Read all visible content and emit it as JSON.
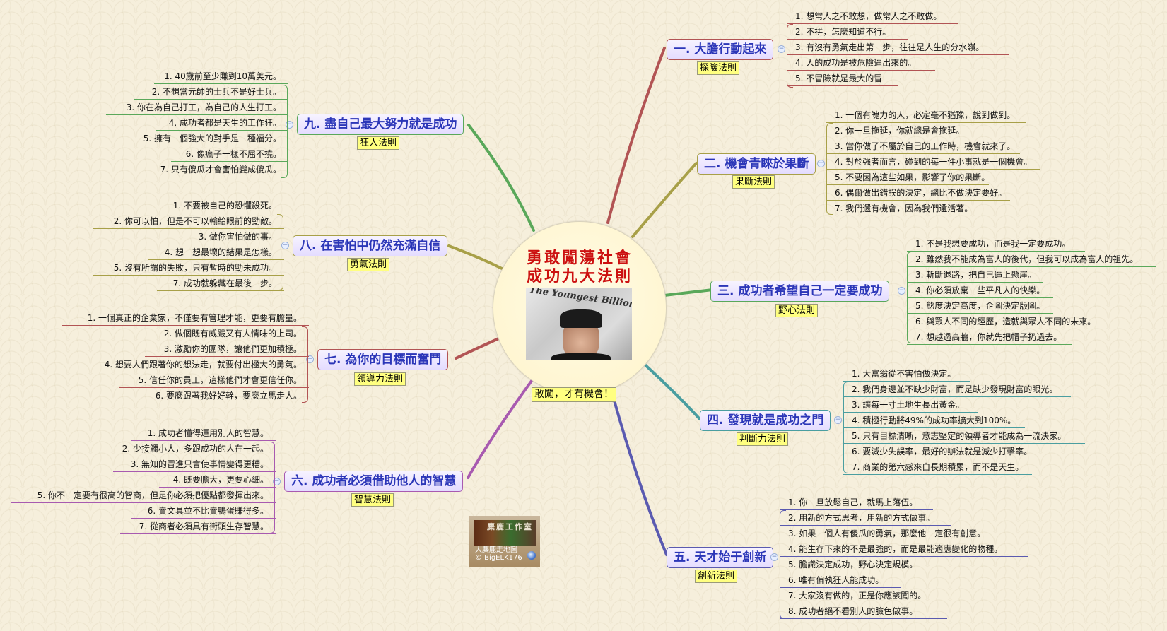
{
  "center": {
    "title_line1": "勇敢闖蕩社會",
    "title_line2": "成功九大法則",
    "photo_headline": "The Youngest Billiona",
    "callout": "敢闖，才有機會！"
  },
  "branches": [
    {
      "title": "一. 大膽行動起來",
      "label": "探險法則",
      "color": "#b25454",
      "items": [
        "1. 想常人之不敢想，做常人之不敢做。",
        "2. 不拼，怎麼知道不行。",
        "3. 有沒有勇氣走出第一步，往往是人生的分水嶺。",
        "4. 人的成功是被危險逼出來的。",
        "5. 不冒險就是最大的冒"
      ]
    },
    {
      "title": "二. 機會青睞於果斷",
      "label": "果斷法則",
      "color": "#a8a048",
      "items": [
        "1. 一個有魄力的人，必定毫不猶豫，說到做到。",
        "2. 你一旦拖延，你就總是會拖延。",
        "3. 當你做了不屬於自己的工作時，機會就來了。",
        "4. 對於強者而言，碰到的每一件小事就是一個機會。",
        "5. 不要因為這些如果，影響了你的果斷。",
        "6. 偶爾做出錯誤的決定，總比不做決定要好。",
        "7. 我們還有機會，因為我們還活著。"
      ]
    },
    {
      "title": "三. 成功者希望自己一定要成功",
      "label": "野心法則",
      "color": "#5aa85a",
      "items": [
        "1. 不是我想要成功，而是我一定要成功。",
        "2. 雖然我不能成為富人的後代，但我可以成為富人的祖先。",
        "3. 斬斷退路，把自己逼上懸崖。",
        "4. 你必須放棄一些平凡人的快樂。",
        "5. 態度決定高度，企圖決定版圖。",
        "6. 與眾人不同的經歷，造就與眾人不同的未來。",
        "7. 想越過高牆，你就先把帽子扔過去。"
      ]
    },
    {
      "title": "四. 發現就是成功之門",
      "label": "判斷力法則",
      "color": "#4a9ea0",
      "items": [
        "1. 大富翁從不害怕做決定。",
        "2. 我們身邊並不缺少財富，而是缺少發現財富的眼光。",
        "3. 讓每一寸土地生長出黃金。",
        "4. 積極行動將49%的成功率擴大到100%。",
        "5. 只有目標清晰，意志堅定的領導者才能成為一流決家。",
        "6. 要減少失誤率，最好的辦法就是減少打擊率。",
        "7. 商業的第六感來自長期積累，而不是天生。"
      ]
    },
    {
      "title": "五. 天才始于創新",
      "label": "創新法則",
      "color": "#5a5ab0",
      "items": [
        "1. 你一旦放鬆自己，就馬上落伍。",
        "2. 用新的方式思考，用新的方式做事。",
        "3. 如果一個人有傻瓜的勇氣，那麼他一定很有創意。",
        "4. 能生存下來的不是最強的，而是最能適應變化的物種。",
        "5. 膽識決定成功，野心決定規模。",
        "6. 唯有偏執狂人能成功。",
        "7. 大家沒有做的，正是你應該闖的。",
        "8. 成功者絕不看別人的臉色做事。"
      ]
    },
    {
      "title": "六. 成功者必須借助他人的智慧",
      "label": "智慧法則",
      "color": "#a85ab0",
      "items": [
        "1. 成功者懂得運用別人的智慧。",
        "2. 少接觸小人，多跟成功的人在一起。",
        "3. 無知的冒進只會使事情變得更糟。",
        "4. 既要膽大，更要心細。",
        "5. 你不一定要有很高的智商，但是你必須把優點都發揮出來。",
        "6. 賣文具並不比賣鴨蛋賺得多。",
        "7. 從商者必須具有街頭生存智慧。"
      ]
    },
    {
      "title": "七. 為你的目標而奮鬥",
      "label": "領導力法則",
      "color": "#b25454",
      "items": [
        "1. 一個真正的企業家，不僅要有管理才能，更要有膽量。",
        "2. 做個既有威嚴又有人情味的上司。",
        "3. 激勵你的團隊，讓他們更加積極。",
        "4. 想要人們跟著你的想法走，就要付出極大的勇氣。",
        "5. 信任你的員工，這樣他們才會更信任你。",
        "6. 要麼跟著我好好幹，要麼立馬走人。"
      ]
    },
    {
      "title": "八. 在害怕中仍然充滿自信",
      "label": "勇氣法則",
      "color": "#a8a048",
      "items": [
        "1. 不要被自己的恐懼殺死。",
        "2. 你可以怕，但是不可以輸給眼前的勁敵。",
        "3. 做你害怕做的事。",
        "4. 想一想最壞的結果是怎樣。",
        "5. 沒有所謂的失敗，只有暫時的勁未成功。",
        "7. 成功就躲藏在最後一步。"
      ]
    },
    {
      "title": "九. 盡自己最大努力就是成功",
      "label": "狂人法則",
      "color": "#5aa85a",
      "items": [
        "1. 40歲前至少賺到10萬美元。",
        "2. 不想當元帥的士兵不是好士兵。",
        "3. 你在為自己打工，為自己的人生打工。",
        "4. 成功者都是天生的工作狂。",
        "5. 擁有一個強大的對手是一種福分。",
        "6. 像瘋子一樣不屈不撓。",
        "7. 只有傻瓜才會害怕變成傻瓜。"
      ]
    }
  ],
  "collapse_icon": "−",
  "logo": {
    "image_text": "麋鹿工作室",
    "caption_line1": "大麋鹿走地圖",
    "caption_line2": "© BigELK176"
  }
}
